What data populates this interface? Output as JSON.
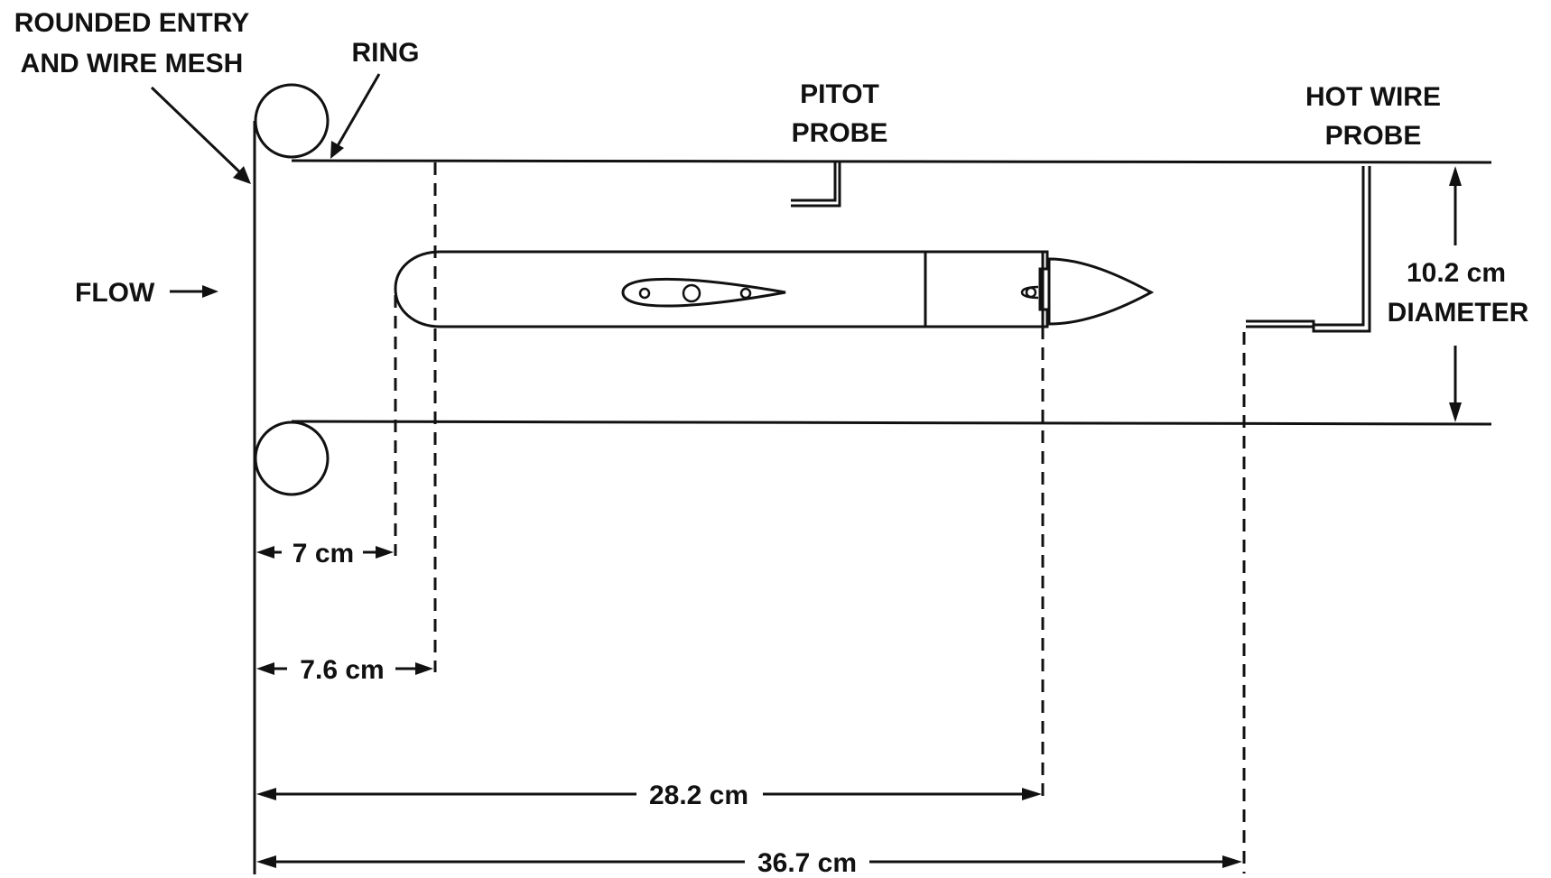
{
  "labels": {
    "entry_line1": "ROUNDED ENTRY",
    "entry_line2": "AND WIRE MESH",
    "ring": "RING",
    "pitot_line1": "PITOT",
    "pitot_line2": "PROBE",
    "hotwire_line1": "HOT WIRE",
    "hotwire_line2": "PROBE",
    "flow": "FLOW",
    "diameter_value": "10.2 cm",
    "diameter_word": "DIAMETER"
  },
  "dimensions": {
    "d1": "7 cm",
    "d2": "7.6 cm",
    "d3": "28.2 cm",
    "d4": "36.7 cm"
  },
  "colors": {
    "ink": "#111111",
    "background": "#ffffff"
  }
}
